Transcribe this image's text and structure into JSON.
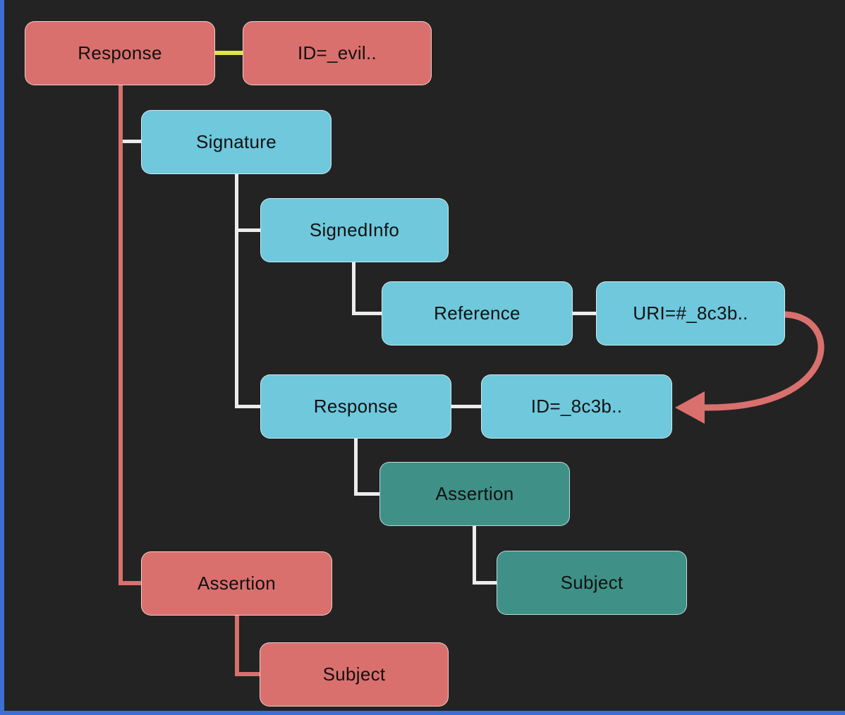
{
  "diagram": {
    "nodes": [
      {
        "id": "response-attack",
        "label": "Response",
        "type": "attack"
      },
      {
        "id": "id-attack",
        "label": "ID=_evil..",
        "type": "attack"
      },
      {
        "id": "signature",
        "label": "Signature",
        "type": "signature"
      },
      {
        "id": "signedinfo",
        "label": "SignedInfo",
        "type": "signature"
      },
      {
        "id": "reference",
        "label": "Reference",
        "type": "signature"
      },
      {
        "id": "uri",
        "label": "URI=#_8c3b..",
        "type": "signature"
      },
      {
        "id": "response-signed",
        "label": "Response",
        "type": "signature"
      },
      {
        "id": "id-signed",
        "label": "ID=_8c3b..",
        "type": "signature"
      },
      {
        "id": "assertion-signed",
        "label": "Assertion",
        "type": "assertion"
      },
      {
        "id": "subject-signed",
        "label": "Subject",
        "type": "assertion"
      },
      {
        "id": "assertion-attack",
        "label": "Assertion",
        "type": "attack"
      },
      {
        "id": "subject-attack",
        "label": "Subject",
        "type": "attack"
      }
    ],
    "colors": {
      "attack_node": "#d9706e",
      "signature_node": "#6fc8dc",
      "assertion_node": "#3f9187",
      "connector_light": "#ececec",
      "connector_attack": "#d9706e",
      "link_highlight": "#e3e34b",
      "background": "#232323",
      "frame_edge": "#3b6fd4",
      "text": "#111111"
    }
  }
}
